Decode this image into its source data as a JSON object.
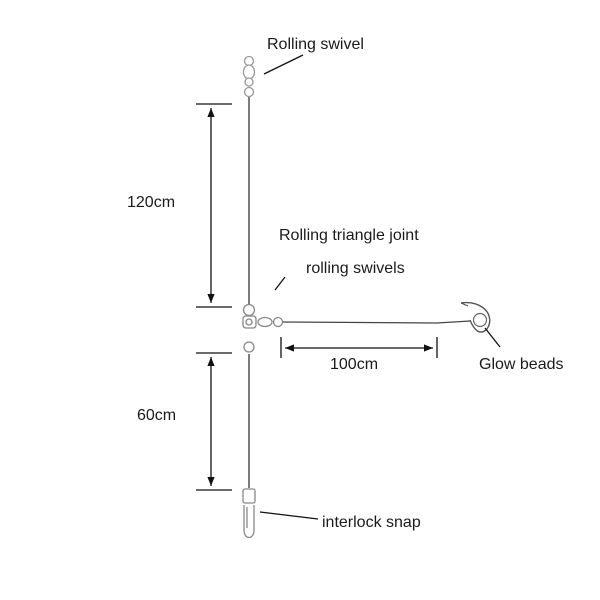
{
  "labels": {
    "rolling_swivel": "Rolling swivel",
    "dim_upper": "120cm",
    "triangle_joint": "Rolling triangle joint",
    "rolling_swivels": "rolling swivels",
    "dim_branch": "100cm",
    "glow_beads": "Glow beads",
    "dim_lower": "60cm",
    "interlock_snap": "interlock snap"
  },
  "colors": {
    "line": "#333333",
    "dimension": "#111111",
    "component": "#888888",
    "text": "#1a1a1a"
  }
}
